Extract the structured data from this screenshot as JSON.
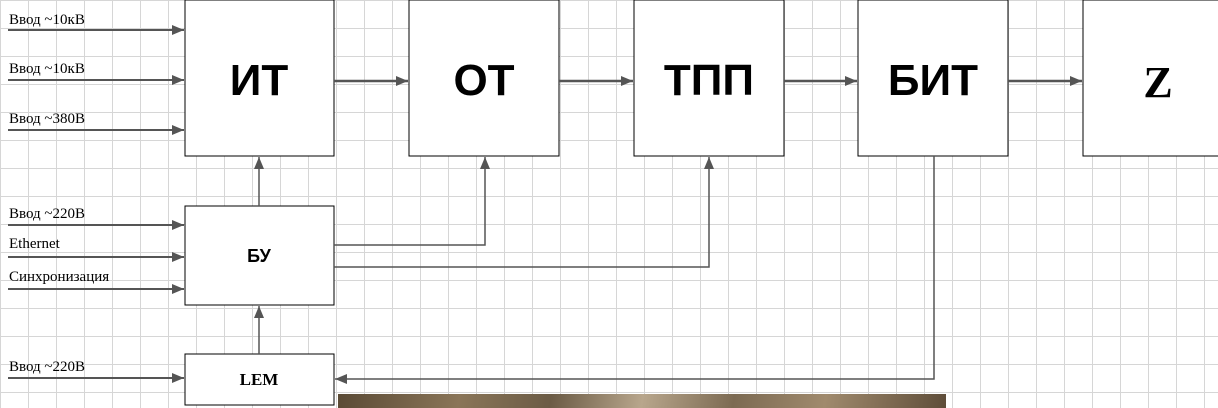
{
  "blocks": {
    "it": "ИТ",
    "ot": "ОТ",
    "tpp": "ТПП",
    "bit": "БИТ",
    "z": "Z",
    "bu": "БУ",
    "lem": "LEM"
  },
  "inputs": {
    "it": [
      "Ввод ~10кВ",
      "Ввод ~10кВ",
      "Ввод ~380В"
    ],
    "bu": [
      "Ввод ~220В",
      "Ethernet",
      "Синхронизация"
    ],
    "lem": [
      "Ввод ~220В"
    ]
  }
}
